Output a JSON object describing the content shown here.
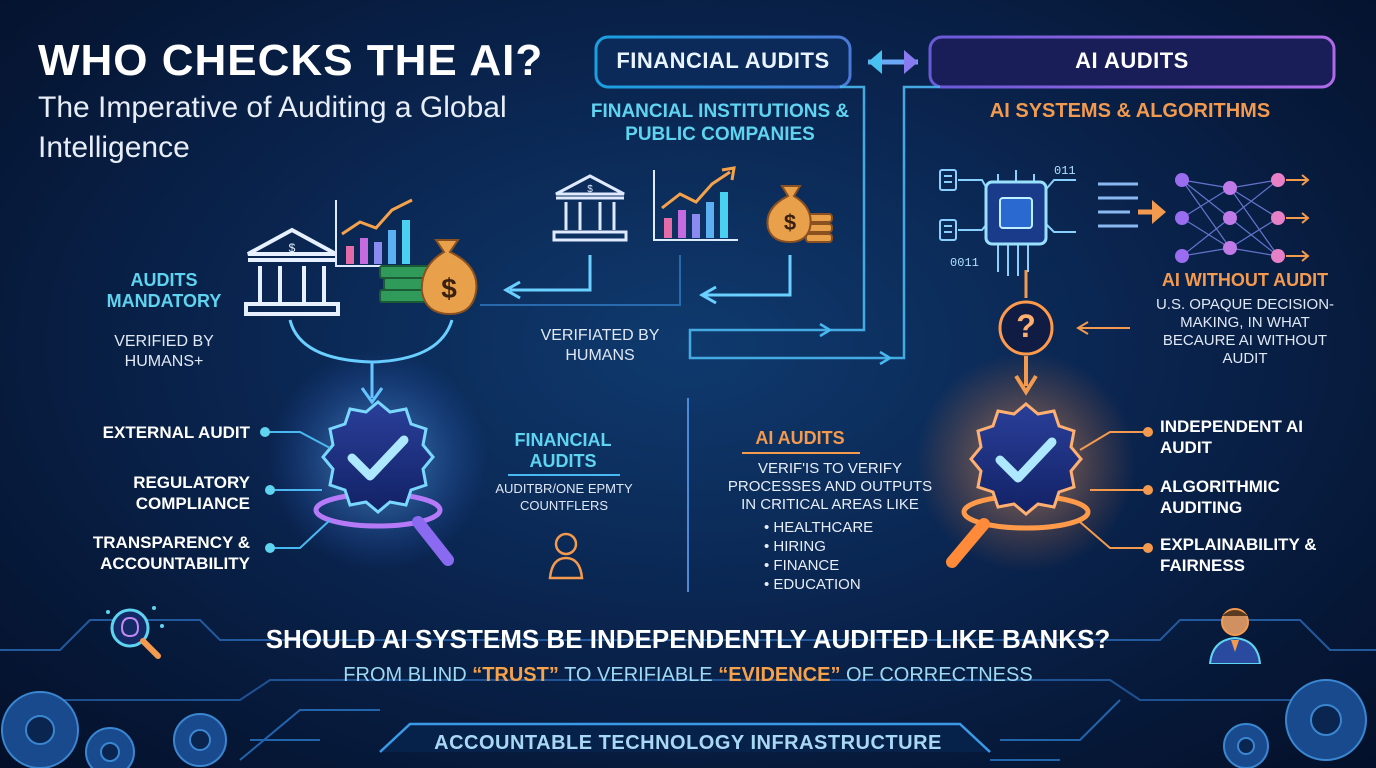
{
  "header": {
    "title": "WHO CHECKS THE AI?",
    "subtitle": "The Imperative of Auditing a Global Intelligence"
  },
  "top_bar": {
    "left_label": "FINANCIAL AUDITS",
    "right_label": "AI AUDITS"
  },
  "financial": {
    "institutions": "FINANCIAL INSTITUTIONS & PUBLIC COMPANIES",
    "mandatory": "AUDITS MANDATORY",
    "verified_left": "VERIFIED BY HUMANS+",
    "verified_center": "VERIFIATED BY HUMANS",
    "items": [
      "EXTERNAL AUDIT",
      "REGULATORY COMPLIANCE",
      "TRANSPARENCY & ACCOUNTABILITY"
    ],
    "center_title": "FINANCIAL AUDITS",
    "center_text": "AUDITBR/ONE EPMTY COUNTFLERS"
  },
  "ai": {
    "systems": "AI SYSTEMS & ALGORITHMS",
    "without_title": "AI WITHOUT AUDIT",
    "without_text": "U.S. OPAQUE DECISION-MAKING, IN WHAT BECAURE AI WITHOUT AUDIT",
    "items": [
      "INDEPENDENT AI AUDIT",
      "ALGORITHMIC AUDITING",
      "EXPLAINABILITY & FAIRNESS"
    ],
    "center_title": "AI AUDITS",
    "center_text": "VERIF'IS TO VERIFY PROCESSES AND OUTPUTS IN CRITICAL AREAS LIKE",
    "areas": [
      "HEALTHCARE",
      "HIRING",
      "FINANCE",
      "EDUCATION"
    ],
    "binary_top": "011",
    "binary_bottom": "0011"
  },
  "bottom": {
    "question": "SHOULD AI SYSTEMS BE INDEPENDENTLY AUDITED LIKE BANKS?",
    "tag_pre": "FROM BLIND ",
    "tag_trust": "“TRUST”",
    "tag_mid": " TO VERIFIABLE ",
    "tag_evidence": "“EVIDENCE”",
    "tag_post": " OF CORRECTNESS",
    "footer": "ACCOUNTABLE TECHNOLOGY INFRASTRUCTURE"
  },
  "colors": {
    "cyan": "#5fd4f0",
    "orange": "#f39a4e",
    "purple": "#9a6cf0",
    "background": "#0a2550"
  },
  "icons": [
    "bank-icon",
    "growth-chart-icon",
    "money-bag-icon",
    "cash-stack-icon",
    "verified-badge-icon",
    "magnifier-icon",
    "chip-icon",
    "neural-network-icon",
    "question-icon",
    "document-icon",
    "brain-magnifier-icon",
    "person-icon",
    "gear-icon",
    "auditor-icon"
  ]
}
